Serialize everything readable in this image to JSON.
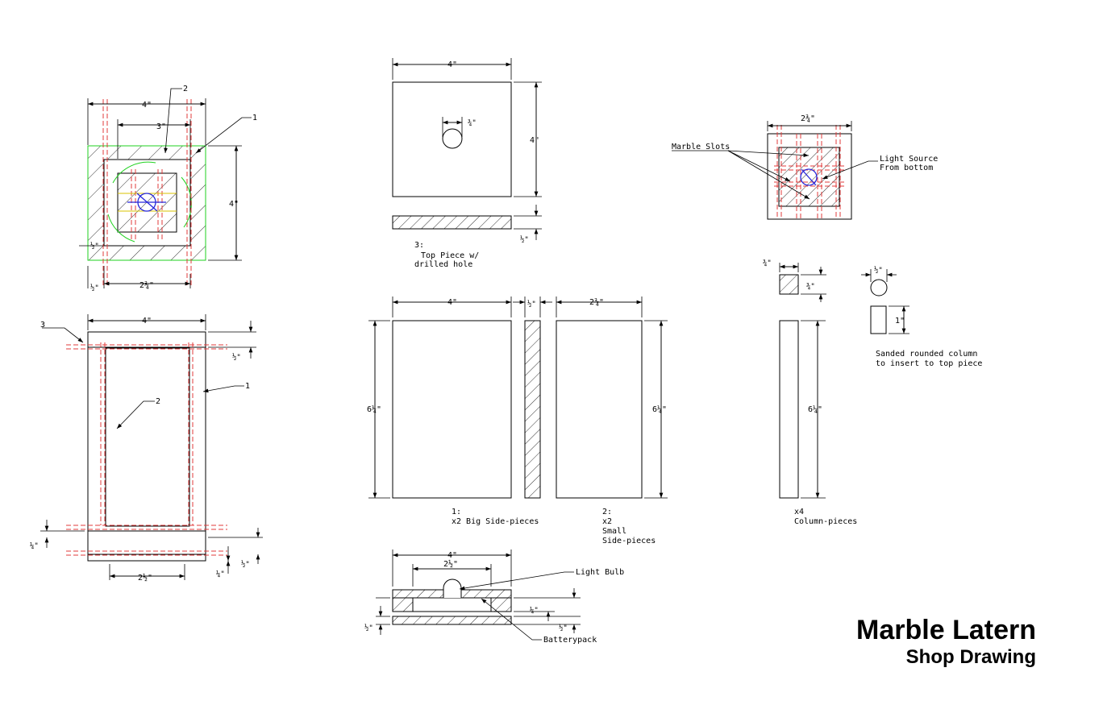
{
  "title": {
    "main": "Marble Latern",
    "sub": "Shop Drawing"
  },
  "colors": {
    "line": "#000000",
    "hidden": "#e23b3b",
    "highlight": "#1fd11f",
    "bulb": "#2626d9",
    "accent": "#d9c300"
  },
  "dims": {
    "four": "4\"",
    "three": "3\"",
    "two_three_quarter": "2¾\"",
    "half": "½\"",
    "quarter": "¼\"",
    "three_quarter": "¾\"",
    "six_quarter": "6¼\"",
    "two_half": "2½\"",
    "one": "1\""
  },
  "callouts": {
    "c1": "1",
    "c2": "2",
    "c3": "3"
  },
  "labels": {
    "top_piece_num": "3:",
    "top_piece_l1": "Top Piece w/",
    "top_piece_l2": "drilled hole",
    "big_side_num": "1:",
    "big_side": "x2 Big Side-pieces",
    "small_side_num": "2:",
    "small_side_l1": "x2",
    "small_side_l2": "Small",
    "small_side_l3": "Side-pieces",
    "column_l1": "x4",
    "column_l2": "Column-pieces",
    "marble_slots": "Marble Slots",
    "light_source_l1": "Light Source",
    "light_source_l2": "From bottom",
    "sanded_l1": "Sanded rounded column",
    "sanded_l2": "to insert to top piece",
    "light_bulb": "Light Bulb",
    "batterypack": "Batterypack"
  }
}
